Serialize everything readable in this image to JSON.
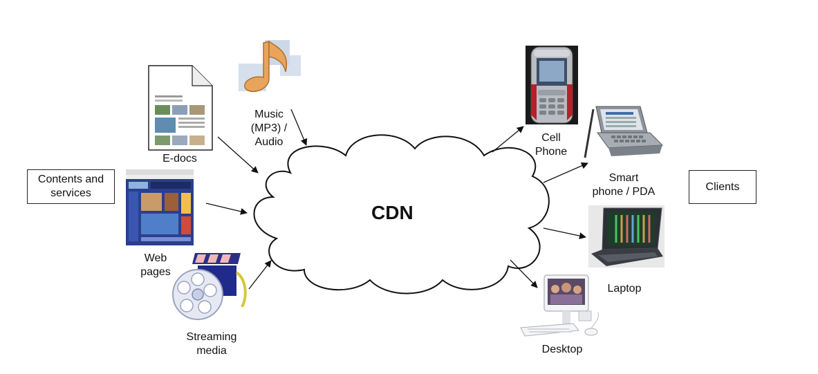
{
  "diagram": {
    "center": "CDN",
    "left_box": "Contents and\nservices",
    "right_box": "Clients",
    "sources": {
      "edocs": "E-docs",
      "music": "Music\n(MP3) /\nAudio",
      "web": "Web\npages",
      "streaming": "Streaming\nmedia"
    },
    "clients": {
      "cell": "Cell\nPhone",
      "smart": "Smart\nphone / PDA",
      "laptop": "Laptop",
      "desktop": "Desktop"
    }
  }
}
